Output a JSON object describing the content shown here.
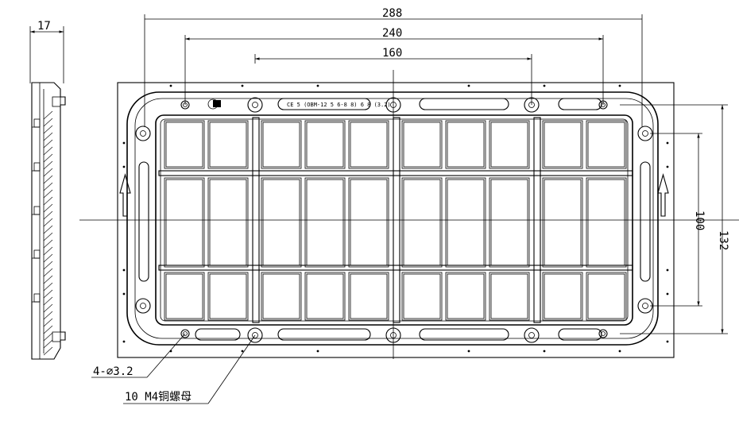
{
  "dimensions": {
    "overall_width": "288",
    "hole_spacing": "240",
    "inner_spacing": "160",
    "overall_height": "132",
    "inner_height": "100",
    "side_thickness": "17"
  },
  "callouts": {
    "holes": "4-∅3.2",
    "nuts": "10 M4铜螺母"
  },
  "panel_marking": "CE 5 (OBM-12 5 6-8 8) 6 8 (3.2)"
}
